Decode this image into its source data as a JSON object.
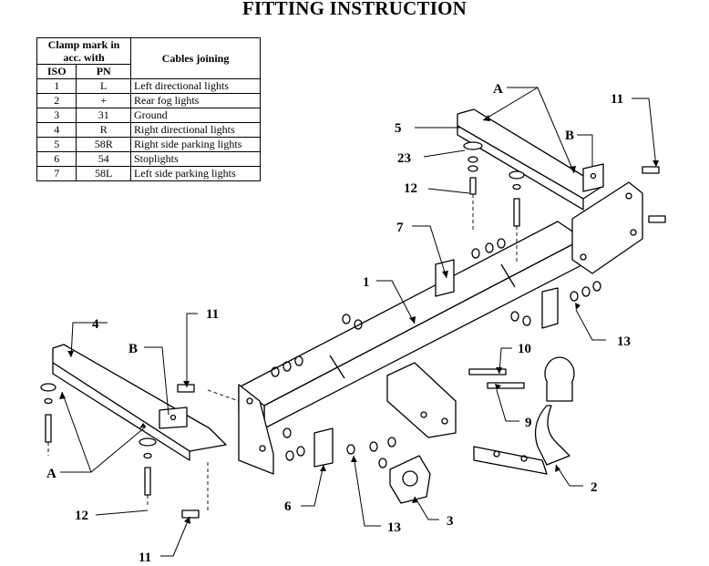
{
  "title": "FITTING INSTRUCTION",
  "table": {
    "header_clamp": "Clamp mark in acc. with",
    "header_iso": "ISO",
    "header_pn": "PN",
    "header_cables": "Cables joining",
    "rows": [
      {
        "iso": "1",
        "pn": "L",
        "cable": "Left directional lights"
      },
      {
        "iso": "2",
        "pn": "+",
        "cable": "Rear fog lights"
      },
      {
        "iso": "3",
        "pn": "31",
        "cable": "Ground"
      },
      {
        "iso": "4",
        "pn": "R",
        "cable": "Right directional lights"
      },
      {
        "iso": "5",
        "pn": "58R",
        "cable": "Right side parking lights"
      },
      {
        "iso": "6",
        "pn": "54",
        "cable": "Stoplights"
      },
      {
        "iso": "7",
        "pn": "58L",
        "cable": "Left side parking lights"
      }
    ]
  },
  "callouts": {
    "A_top": "A",
    "B_right": "B",
    "n5": "5",
    "n23": "23",
    "n12_top": "12",
    "n11_top": "11",
    "n7": "7",
    "n1": "1",
    "n13_right": "13",
    "n4": "4",
    "n11_left": "11",
    "B_left": "B",
    "n10": "10",
    "n9": "9",
    "A_left": "A",
    "n6": "6",
    "n13_bottom": "13",
    "n3": "3",
    "n2": "2",
    "n12_bottom": "12",
    "n11_bottom": "11"
  }
}
